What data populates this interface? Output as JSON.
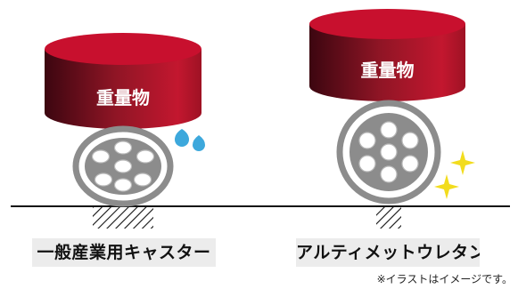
{
  "weight_label": "重量物",
  "left": {
    "caption": "一般産業用キャスター"
  },
  "right": {
    "caption": "アルティメットウレタン"
  },
  "note": "※イラストはイメージです。",
  "colors": {
    "weight_dark": "#4a0812",
    "weight_mid": "#a5192c",
    "weight_top": "#c8102e",
    "wheel_ring": "#8c8c8c",
    "wheel_hole": "#b9b9b9",
    "drop": "#3da8dc",
    "sparkle": "#f2dc1e",
    "ground": "#111111",
    "label_bg": "#ececec"
  }
}
